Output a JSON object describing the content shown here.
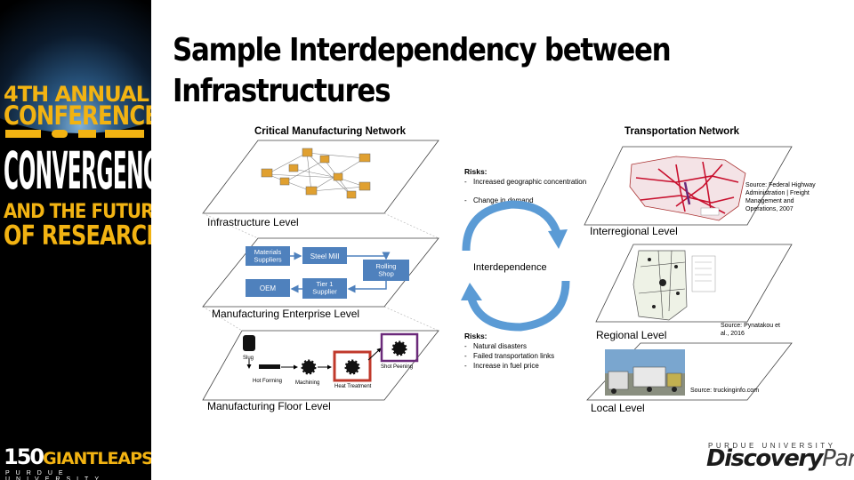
{
  "sidebar": {
    "conference": {
      "line1": "4TH ANNUAL",
      "line2": "CONFERENCE",
      "line3": "CONVERGENCE",
      "line4": "AND THE FUTURE",
      "line5": "OF RESEARCH"
    },
    "anniversary": {
      "number": "150",
      "tagline": "GIANTLEAPS",
      "university": "PURDUE UNIVERSITY"
    }
  },
  "slide": {
    "title_line1": "Sample Interdependency between",
    "title_line2": "Infrastructures"
  },
  "diagram": {
    "cmn_title": "Critical Manufacturing Network",
    "tn_title": "Transportation Network",
    "infrastructure_level": "Infrastructure Level",
    "mfg_enterprise": {
      "materials": "Materials\nSuppliers",
      "steel_mill": "Steel Mill",
      "rolling_shop": "Rolling\nShop",
      "oem": "OEM",
      "tier1": "Tier 1\nSupplier",
      "level": "Manufacturing Enterprise Level"
    },
    "mfg_floor": {
      "slug": "Slug",
      "hot_forming": "Hot Forming",
      "machining": "Machining",
      "heat_treatment": "Heat Treatment",
      "shot_peening": "Shot Peening",
      "level": "Manufacturing Floor Level"
    },
    "risks_top": {
      "header": "Risks:",
      "items": [
        "Increased geographic concentration",
        "Change in demand"
      ]
    },
    "interdependence": "Interdependence",
    "risks_bottom": {
      "header": "Risks:",
      "items": [
        "Natural disasters",
        "Failed transportation links",
        "Increase in fuel price"
      ]
    },
    "interregional_level": "Interregional Level",
    "interregional_source": "Source: Federal Highway Administration | Freight Management and Operations, 2007",
    "regional_level": "Regional Level",
    "regional_source": "Source: Pynatakou et al., 2016",
    "local_level": "Local Level",
    "local_source": "Source: truckinginfo.com"
  },
  "footer": {
    "discovery_top": "PURDUE UNIVERSITY",
    "discovery": "Discovery",
    "park": "Park"
  },
  "colors": {
    "yellow": "#f2b312",
    "box_blue": "#4f81bd",
    "arrow_blue": "#5b9bd5",
    "map_red": "#c8102e"
  }
}
